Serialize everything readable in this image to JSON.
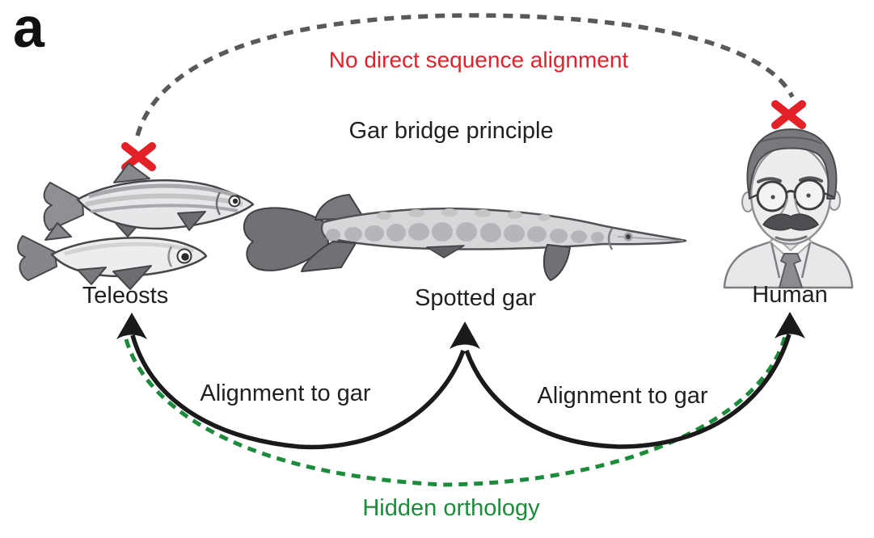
{
  "figure": {
    "panel_label": "a",
    "title": "Gar bridge principle",
    "annotations": {
      "no_alignment": "No direct sequence alignment",
      "hidden_orthology": "Hidden orthology",
      "alignment_left": "Alignment to gar",
      "alignment_right": "Alignment to gar"
    },
    "species": {
      "teleosts": "Teleosts",
      "spotted_gar": "Spotted gar",
      "human": "Human"
    },
    "colors": {
      "no_alignment_red": "#e32128",
      "orthology_green": "#1d8b3c",
      "dashed_arc_gray": "#58595b",
      "arrow_black": "#1a1a1a",
      "text_black": "#231f20"
    }
  }
}
